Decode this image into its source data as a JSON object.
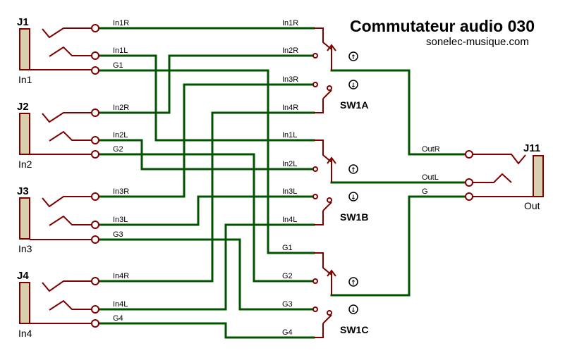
{
  "title": "Commutateur audio 030",
  "subtitle": "sonelec-musique.com",
  "jacks": [
    {
      "ref": "J1",
      "name": "In1",
      "nets": [
        "In1R",
        "In1L",
        "G1"
      ]
    },
    {
      "ref": "J2",
      "name": "In2",
      "nets": [
        "In2R",
        "In2L",
        "G2"
      ]
    },
    {
      "ref": "J3",
      "name": "In3",
      "nets": [
        "In3R",
        "In3L",
        "G3"
      ]
    },
    {
      "ref": "J4",
      "name": "In4",
      "nets": [
        "In4R",
        "In4L",
        "G4"
      ]
    }
  ],
  "output_jack": {
    "ref": "J11",
    "name": "Out",
    "nets": [
      "OutR",
      "OutL",
      "G"
    ]
  },
  "switches": [
    {
      "ref": "SW1A",
      "contacts": [
        "In1R",
        "In2R",
        "In3R",
        "In4R"
      ],
      "indicators": [
        "up",
        "down"
      ]
    },
    {
      "ref": "SW1B",
      "contacts": [
        "In1L",
        "In2L",
        "In3L",
        "In4L"
      ],
      "indicators": [
        "up",
        "down"
      ]
    },
    {
      "ref": "SW1C",
      "contacts": [
        "G1",
        "G2",
        "G3",
        "G4"
      ],
      "indicators": [
        "up",
        "down"
      ]
    }
  ]
}
